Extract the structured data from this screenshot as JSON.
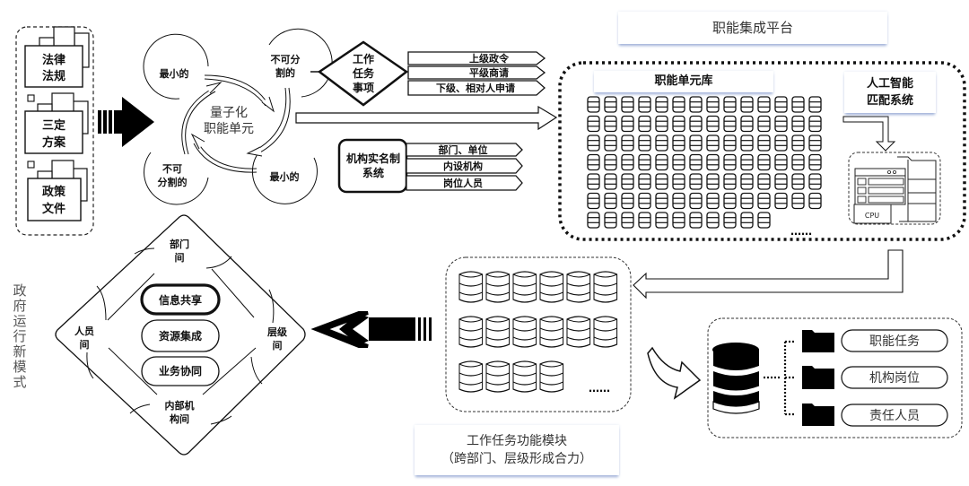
{
  "sources": {
    "docs": [
      {
        "line1": "法律",
        "line2": "法规"
      },
      {
        "line1": "三定",
        "line2": "方案"
      },
      {
        "line1": "政策",
        "line2": "文件"
      }
    ]
  },
  "quantum_cycle": {
    "center_line1": "量子化",
    "center_line2": "职能单元",
    "lobes": {
      "top_left": "最小的",
      "top_right_line1": "不可分",
      "top_right_line2": "割的",
      "bottom_left_line1": "不可",
      "bottom_left_line2": "分割的",
      "bottom_right": "最小的"
    }
  },
  "work_tasks": {
    "diamond_lines": [
      "工作",
      "任务",
      "事项"
    ],
    "sources": [
      "上级政令",
      "平级商请",
      "下级、相对人申请"
    ]
  },
  "org_system": {
    "label_line1": "机构实名制",
    "label_line2": "系统",
    "items": [
      "部门、单位",
      "内设机构",
      "岗位人员"
    ]
  },
  "platform": {
    "title": "职能集成平台",
    "unit_library": "职能单元库",
    "ai_line1": "人工智能",
    "ai_line2": "匹配系统",
    "cpu_label": "CPU",
    "ellipsis": "……",
    "unit_rows": [
      14,
      14,
      14,
      14,
      14,
      14,
      11
    ]
  },
  "module": {
    "title_line1": "工作任务功能模块",
    "title_line2": "（跨部门、层级形成合力）",
    "rows": [
      6,
      6,
      4
    ],
    "ellipsis": "……"
  },
  "output_db": {
    "items": [
      "职能任务",
      "机构岗位",
      "责任人员"
    ]
  },
  "government_mode": {
    "side_label": "政府运行新模式",
    "corners": {
      "top_line1": "部门",
      "top_line2": "间",
      "left_line1": "人员",
      "left_line2": "间",
      "right_line1": "层级",
      "right_line2": "间",
      "bottom_line1": "内部机",
      "bottom_line2": "构间"
    },
    "pills": [
      "信息共享",
      "资源集成",
      "业务协同"
    ]
  }
}
